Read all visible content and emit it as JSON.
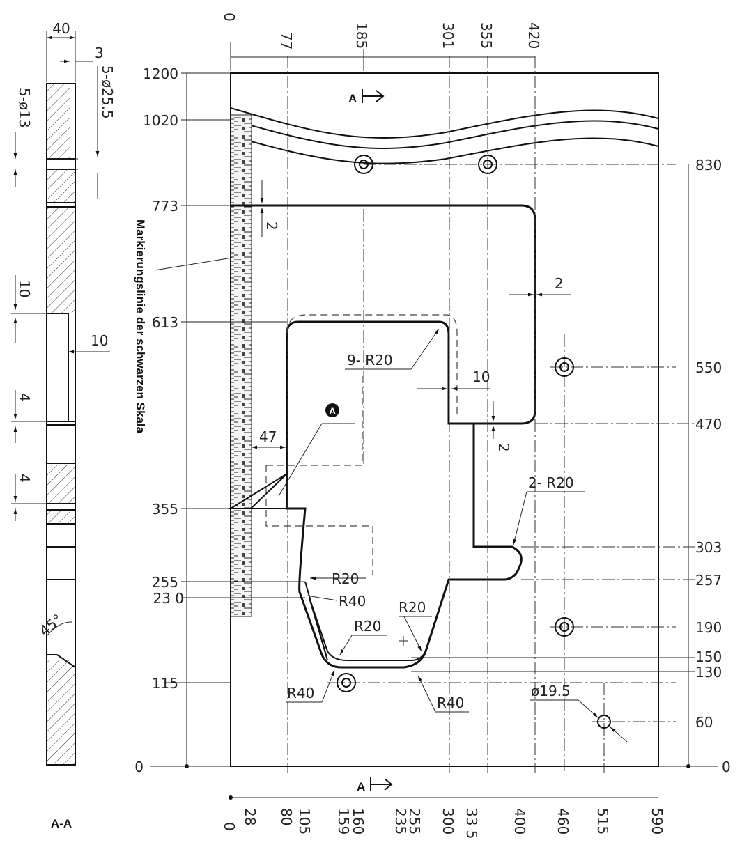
{
  "section_view": {
    "label": "A-A",
    "dims": {
      "width": "40",
      "step": "3",
      "small_holes": "5-ø13",
      "counterbore": "5-ø25.5",
      "slot_depth_1": "10",
      "slot_width": "10",
      "gap_1": "4",
      "gap_2": "4",
      "angle": "45°"
    }
  },
  "plan_view": {
    "section_marker": "A",
    "detail_marker": "A",
    "scale_note": "Markierungslinie der schwarzen Skala",
    "top_dims": [
      "0",
      "77",
      "185",
      "301",
      "355",
      "420"
    ],
    "bottom_dims": [
      "0",
      "28",
      "80",
      "105",
      "159",
      "160",
      "235",
      "255",
      "300",
      "33 5",
      "400",
      "460",
      "515",
      "590"
    ],
    "left_dims": [
      "1200",
      "1020",
      "773",
      "613",
      "355",
      "255",
      "23 0",
      "115",
      "0"
    ],
    "right_dims": [
      "830",
      "550",
      "470",
      "303",
      "257",
      "190",
      "150",
      "130",
      "60",
      "0"
    ],
    "callouts": {
      "r20_9x": "9- R20",
      "r20_2x": "2- R20",
      "r20_a": "R20",
      "r40_a": "R40",
      "r20_b": "R20",
      "r20_c": "R20",
      "r40_b": "R40",
      "r40_c": "R40",
      "hole_dia": "ø19.5",
      "offset_47": "47",
      "offset_2a": "2",
      "offset_2b": "2",
      "offset_2c": "2",
      "slot_10": "10"
    }
  }
}
